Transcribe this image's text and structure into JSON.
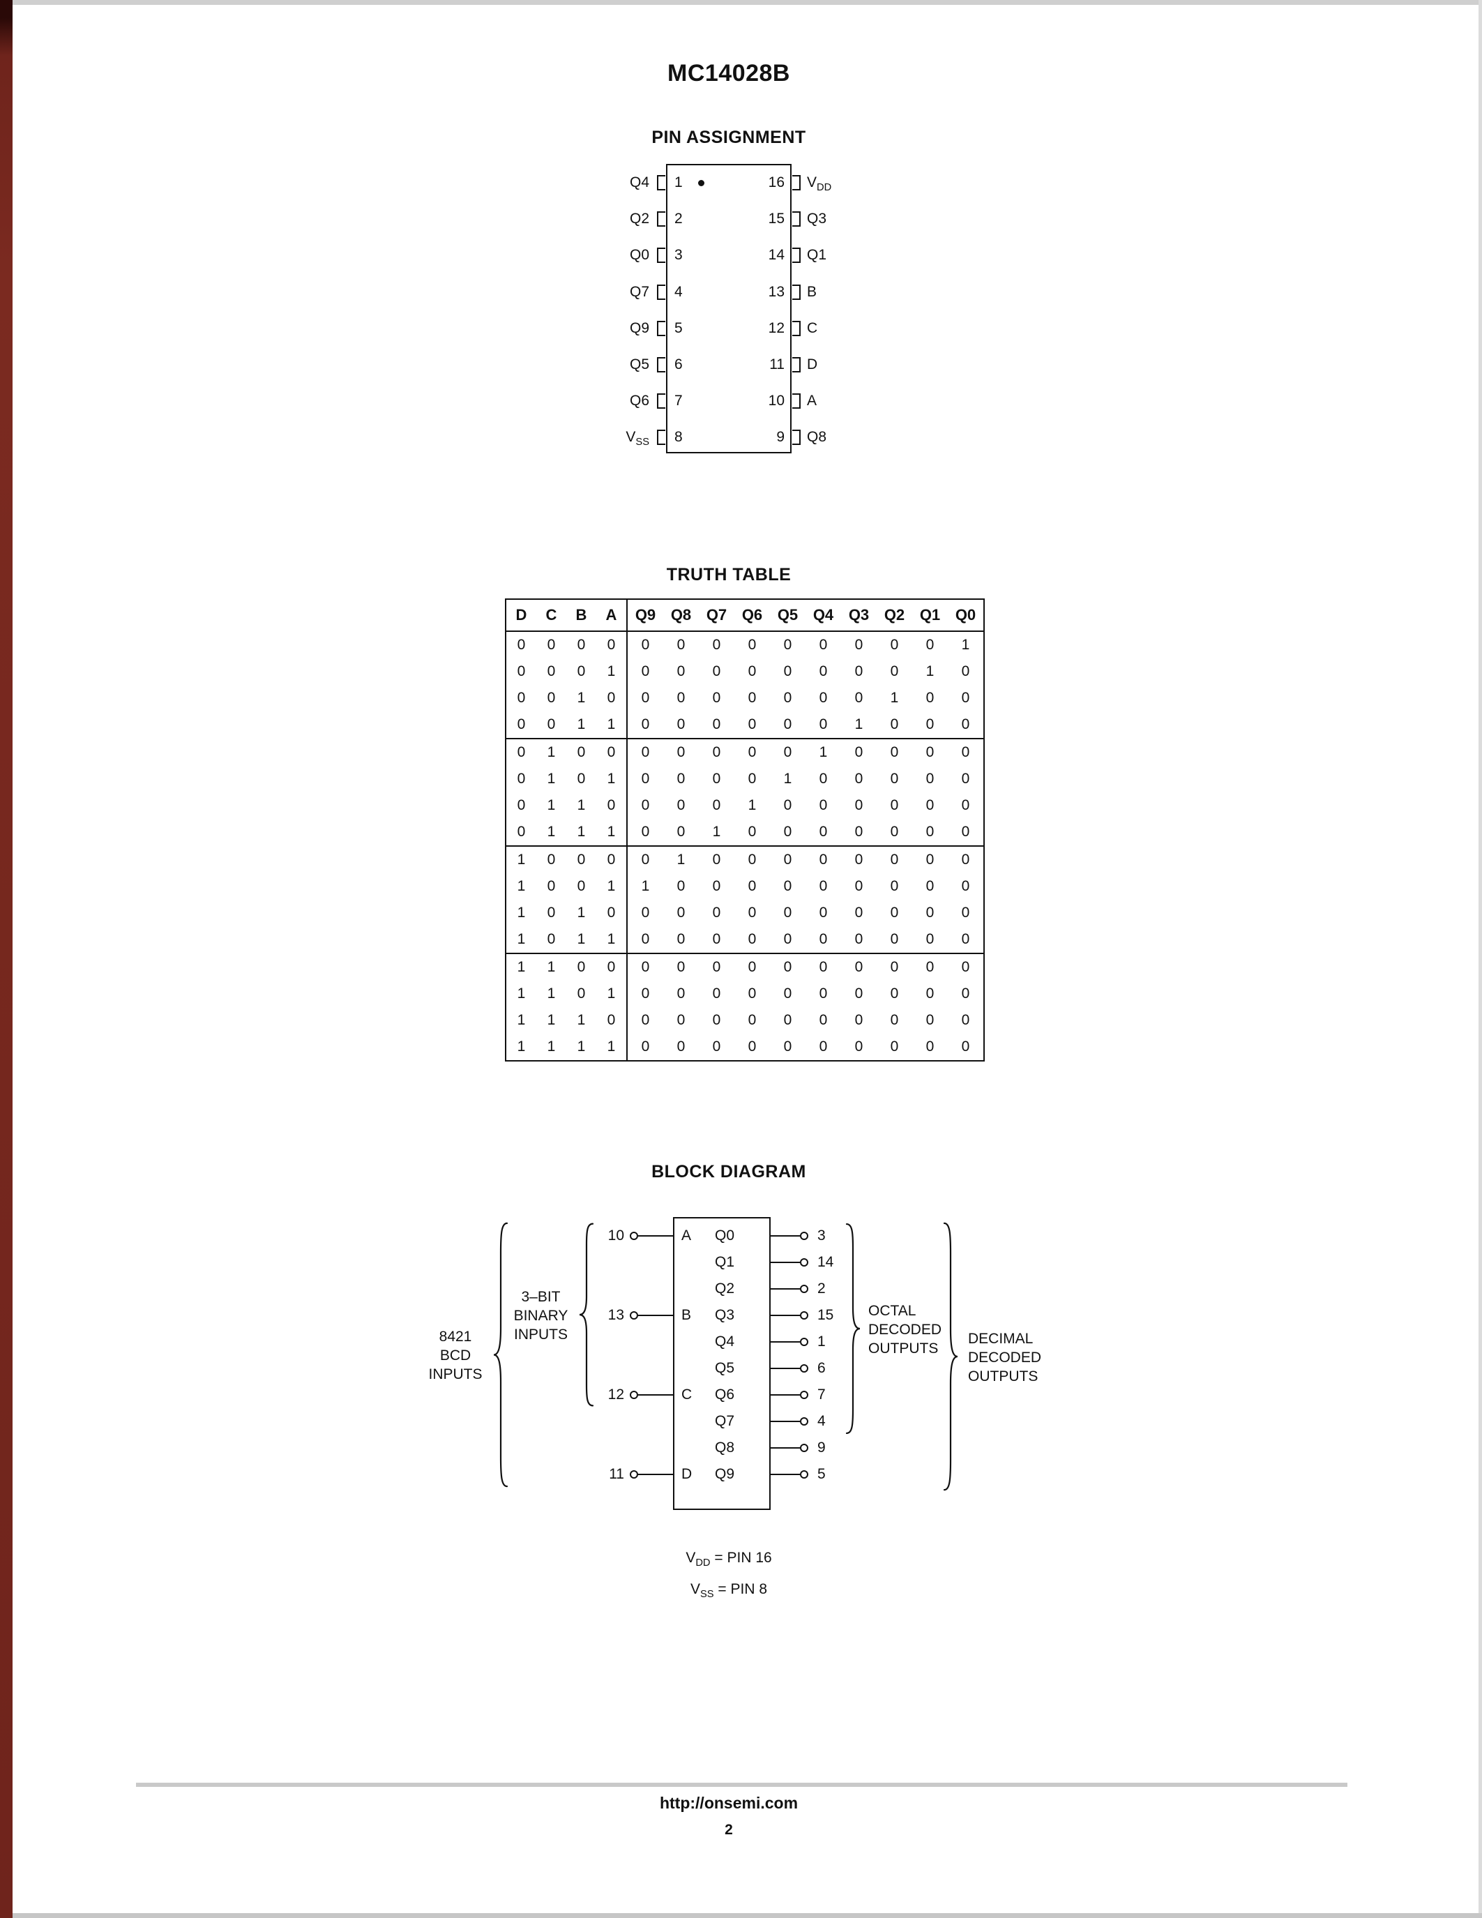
{
  "page": {
    "title": "MC14028B",
    "footer_url": "http://onsemi.com",
    "footer_page": "2"
  },
  "pin_assignment": {
    "heading": "PIN ASSIGNMENT",
    "left_pins": [
      {
        "main": "Q4",
        "sub": "",
        "number": "1"
      },
      {
        "main": "Q2",
        "sub": "",
        "number": "2"
      },
      {
        "main": "Q0",
        "sub": "",
        "number": "3"
      },
      {
        "main": "Q7",
        "sub": "",
        "number": "4"
      },
      {
        "main": "Q9",
        "sub": "",
        "number": "5"
      },
      {
        "main": "Q5",
        "sub": "",
        "number": "6"
      },
      {
        "main": "Q6",
        "sub": "",
        "number": "7"
      },
      {
        "main": "V",
        "sub": "SS",
        "number": "8"
      }
    ],
    "right_pins": [
      {
        "main": "V",
        "sub": "DD",
        "number": "16"
      },
      {
        "main": "Q3",
        "sub": "",
        "number": "15"
      },
      {
        "main": "Q1",
        "sub": "",
        "number": "14"
      },
      {
        "main": "B",
        "sub": "",
        "number": "13"
      },
      {
        "main": "C",
        "sub": "",
        "number": "12"
      },
      {
        "main": "D",
        "sub": "",
        "number": "11"
      },
      {
        "main": "A",
        "sub": "",
        "number": "10"
      },
      {
        "main": "Q8",
        "sub": "",
        "number": "9"
      }
    ]
  },
  "truth_table": {
    "heading": "TRUTH TABLE",
    "input_headers": [
      "D",
      "C",
      "B",
      "A"
    ],
    "output_headers": [
      "Q9",
      "Q8",
      "Q7",
      "Q6",
      "Q5",
      "Q4",
      "Q3",
      "Q2",
      "Q1",
      "Q0"
    ],
    "groups": [
      [
        [
          0,
          0,
          0,
          0,
          0,
          0,
          0,
          0,
          0,
          0,
          0,
          0,
          0,
          1
        ],
        [
          0,
          0,
          0,
          1,
          0,
          0,
          0,
          0,
          0,
          0,
          0,
          0,
          1,
          0
        ],
        [
          0,
          0,
          1,
          0,
          0,
          0,
          0,
          0,
          0,
          0,
          0,
          1,
          0,
          0
        ],
        [
          0,
          0,
          1,
          1,
          0,
          0,
          0,
          0,
          0,
          0,
          1,
          0,
          0,
          0
        ]
      ],
      [
        [
          0,
          1,
          0,
          0,
          0,
          0,
          0,
          0,
          0,
          1,
          0,
          0,
          0,
          0
        ],
        [
          0,
          1,
          0,
          1,
          0,
          0,
          0,
          0,
          1,
          0,
          0,
          0,
          0,
          0
        ],
        [
          0,
          1,
          1,
          0,
          0,
          0,
          0,
          1,
          0,
          0,
          0,
          0,
          0,
          0
        ],
        [
          0,
          1,
          1,
          1,
          0,
          0,
          1,
          0,
          0,
          0,
          0,
          0,
          0,
          0
        ]
      ],
      [
        [
          1,
          0,
          0,
          0,
          0,
          1,
          0,
          0,
          0,
          0,
          0,
          0,
          0,
          0
        ],
        [
          1,
          0,
          0,
          1,
          1,
          0,
          0,
          0,
          0,
          0,
          0,
          0,
          0,
          0
        ],
        [
          1,
          0,
          1,
          0,
          0,
          0,
          0,
          0,
          0,
          0,
          0,
          0,
          0,
          0
        ],
        [
          1,
          0,
          1,
          1,
          0,
          0,
          0,
          0,
          0,
          0,
          0,
          0,
          0,
          0
        ]
      ],
      [
        [
          1,
          1,
          0,
          0,
          0,
          0,
          0,
          0,
          0,
          0,
          0,
          0,
          0,
          0
        ],
        [
          1,
          1,
          0,
          1,
          0,
          0,
          0,
          0,
          0,
          0,
          0,
          0,
          0,
          0
        ],
        [
          1,
          1,
          1,
          0,
          0,
          0,
          0,
          0,
          0,
          0,
          0,
          0,
          0,
          0
        ],
        [
          1,
          1,
          1,
          1,
          0,
          0,
          0,
          0,
          0,
          0,
          0,
          0,
          0,
          0
        ]
      ]
    ]
  },
  "block_diagram": {
    "heading": "BLOCK DIAGRAM",
    "inputs": [
      {
        "pin": "10",
        "label": "A"
      },
      {
        "pin": "13",
        "label": "B"
      },
      {
        "pin": "12",
        "label": "C"
      },
      {
        "pin": "11",
        "label": "D"
      }
    ],
    "outputs": [
      {
        "label": "Q0",
        "pin": "3"
      },
      {
        "label": "Q1",
        "pin": "14"
      },
      {
        "label": "Q2",
        "pin": "2"
      },
      {
        "label": "Q3",
        "pin": "15"
      },
      {
        "label": "Q4",
        "pin": "1"
      },
      {
        "label": "Q5",
        "pin": "6"
      },
      {
        "label": "Q6",
        "pin": "7"
      },
      {
        "label": "Q7",
        "pin": "4"
      },
      {
        "label": "Q8",
        "pin": "9"
      },
      {
        "label": "Q9",
        "pin": "5"
      }
    ],
    "label_bcd": [
      "8421",
      "BCD",
      "INPUTS"
    ],
    "label_binary": [
      "3–BIT",
      "BINARY",
      "INPUTS"
    ],
    "label_octal": [
      "OCTAL",
      "DECODED",
      "OUTPUTS"
    ],
    "label_decimal": [
      "DECIMAL",
      "DECODED",
      "OUTPUTS"
    ],
    "notes": [
      {
        "main": "V",
        "sub": "DD",
        "text": "= PIN 16"
      },
      {
        "main": "V",
        "sub": "SS",
        "text": "= PIN 8"
      }
    ]
  }
}
